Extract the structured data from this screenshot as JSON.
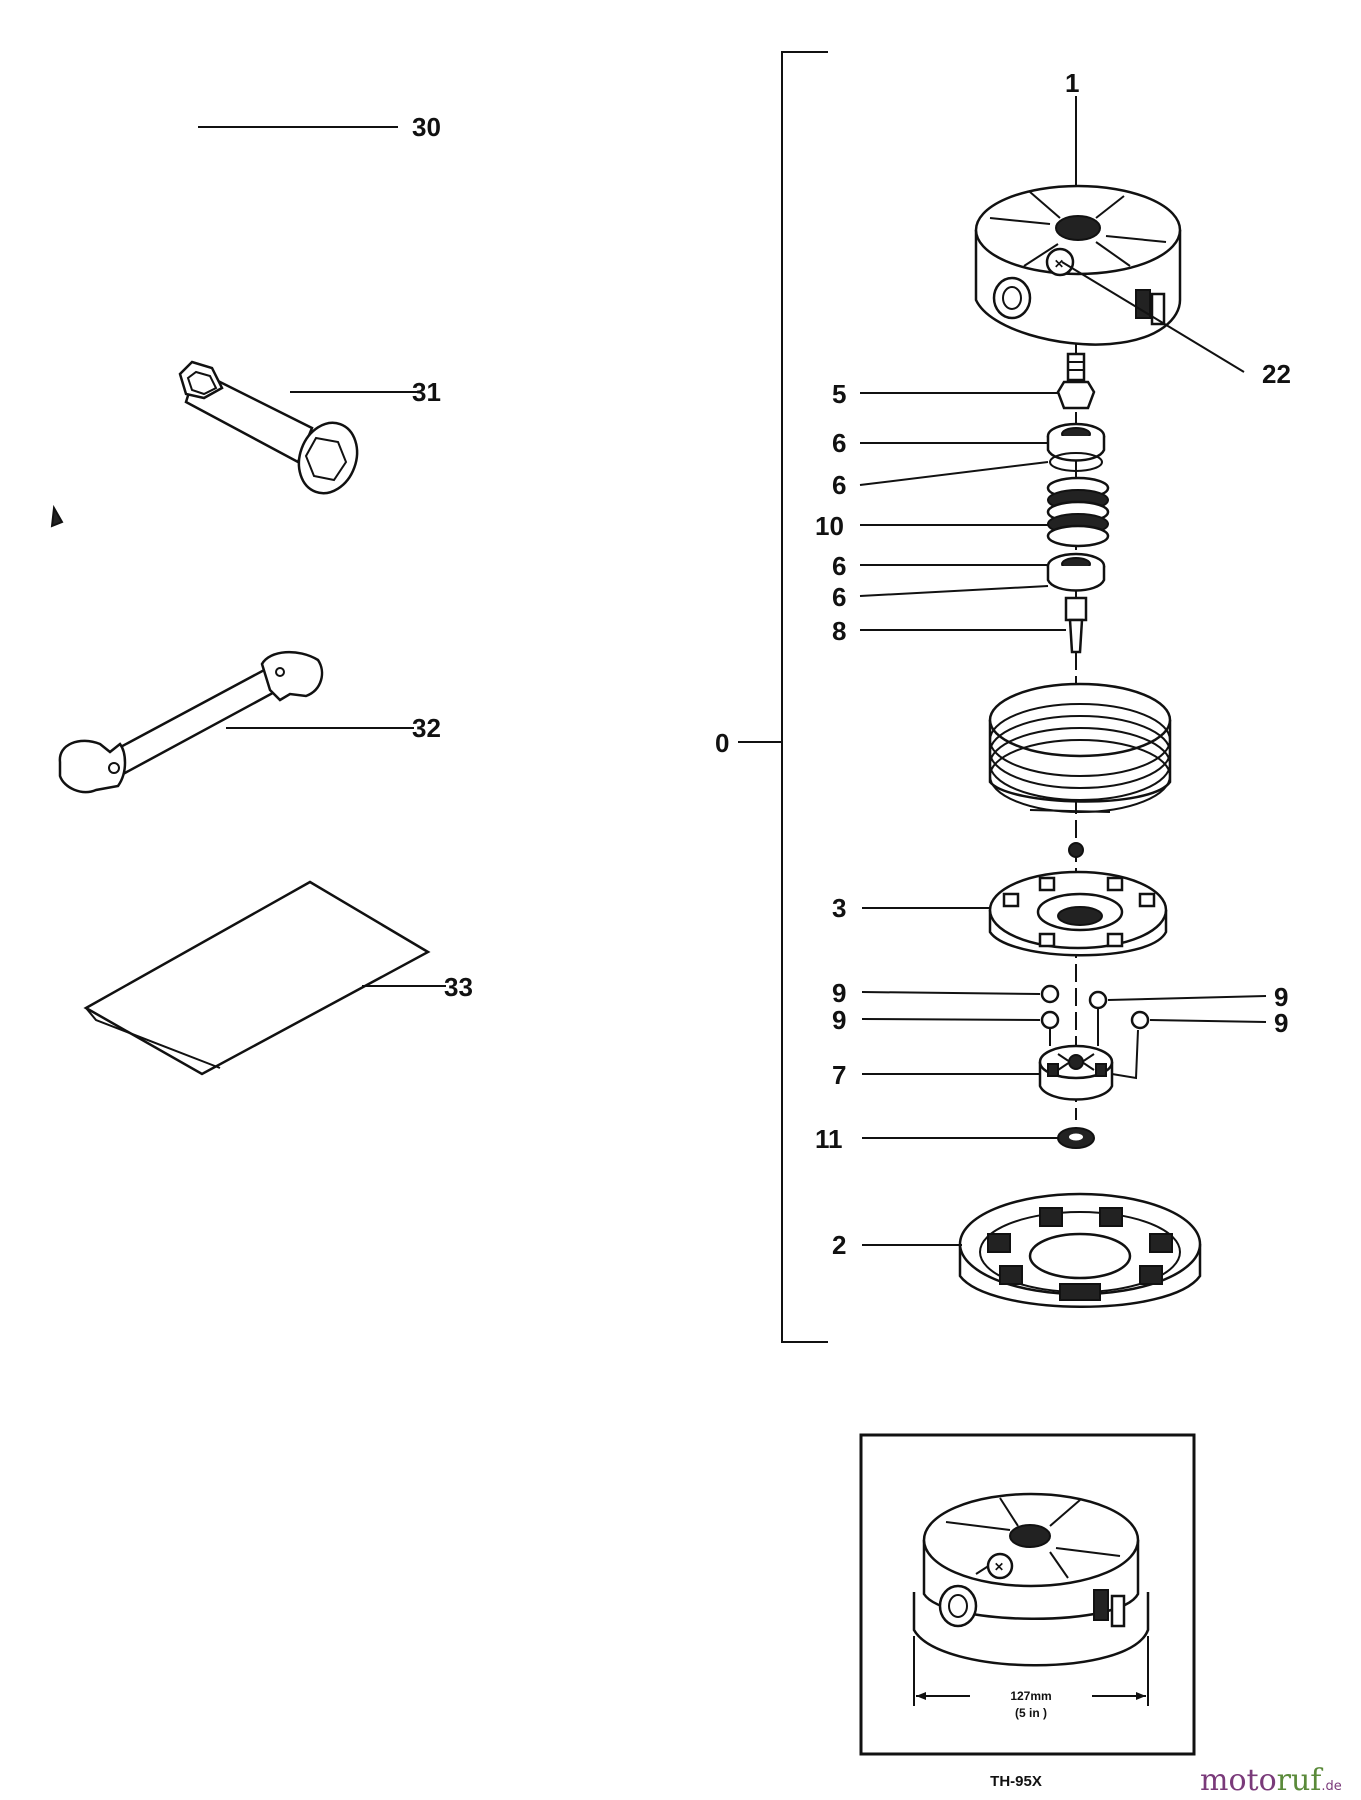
{
  "callouts": {
    "c0": "0",
    "c1": "1",
    "c2": "2",
    "c3": "3",
    "c5": "5",
    "c6a": "6",
    "c6b": "6",
    "c6c": "6",
    "c6d": "6",
    "c7": "7",
    "c8": "8",
    "c9a": "9",
    "c9b": "9",
    "c9c": "9",
    "c9d": "9",
    "c10": "10",
    "c11": "11",
    "c22": "22",
    "c30": "30",
    "c31": "31",
    "c32": "32",
    "c33": "33"
  },
  "inset": {
    "dimension_mm": "127mm",
    "dimension_in": "(5 in )",
    "model": "TH-95X"
  },
  "watermark": {
    "brand_moto": "moto",
    "brand_ruf": "ruf",
    "suffix": ".de",
    "colors": {
      "moto": "#7a3a7a",
      "ruf": "#5a8a3a"
    }
  }
}
